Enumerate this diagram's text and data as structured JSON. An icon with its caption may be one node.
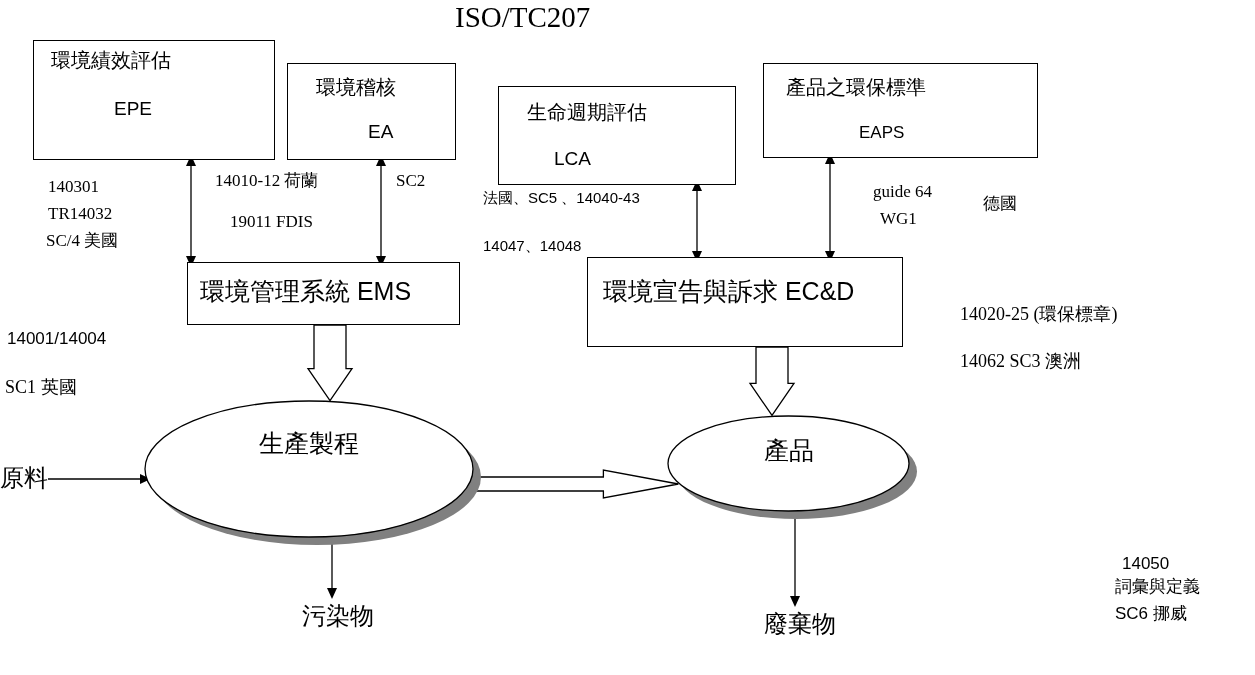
{
  "diagram": {
    "title": "ISO/TC207",
    "nodes": [
      {
        "text": [
          "環境績效評估",
          "EPE"
        ]
      },
      {
        "text": [
          "環境稽核",
          "EA"
        ]
      },
      {
        "text": [
          "生命週期評估",
          "LCA"
        ]
      },
      {
        "text": [
          "產品之環保標準",
          "EAPS"
        ]
      },
      {
        "text": [
          "環境管理系統 EMS"
        ]
      },
      {
        "text": [
          "環境宣告與訴求 EC&D"
        ]
      },
      {
        "text": [
          "原料"
        ]
      },
      {
        "text": [
          "生產製程"
        ]
      },
      {
        "text": [
          "產品"
        ]
      },
      {
        "text": [
          "污染物"
        ]
      },
      {
        "text": [
          "廢棄物"
        ]
      }
    ],
    "edges": [
      {
        "from": 0,
        "to": 4,
        "arrow": "both"
      },
      {
        "from": 1,
        "to": 4,
        "arrow": "both"
      },
      {
        "from": 2,
        "to": 5,
        "arrow": "both"
      },
      {
        "from": 3,
        "to": 5,
        "arrow": "both"
      },
      {
        "from": 4,
        "to": 7,
        "arrow": "to",
        "style": "thick"
      },
      {
        "from": 5,
        "to": 8,
        "arrow": "to",
        "style": "thick"
      },
      {
        "from": 6,
        "to": 7,
        "arrow": "to"
      },
      {
        "from": 7,
        "to": 8,
        "arrow": "to",
        "style": "thick"
      },
      {
        "from": 7,
        "to": 9,
        "arrow": "to"
      },
      {
        "from": 8,
        "to": 10,
        "arrow": "to"
      }
    ],
    "labels": [
      "140301",
      "TR14032",
      "SC/4 美國",
      "14010-12 荷蘭",
      "SC2",
      "19011 FDIS",
      "法國、SC5 、14040-43",
      "guide 64",
      "WG1",
      "德國",
      "14047、14048",
      "14020-25 (環保標章)",
      "14001/14004",
      "14062 SC3 澳洲",
      "SC1 英國",
      "14050",
      "詞彙與定義",
      "SC6 挪威"
    ]
  }
}
